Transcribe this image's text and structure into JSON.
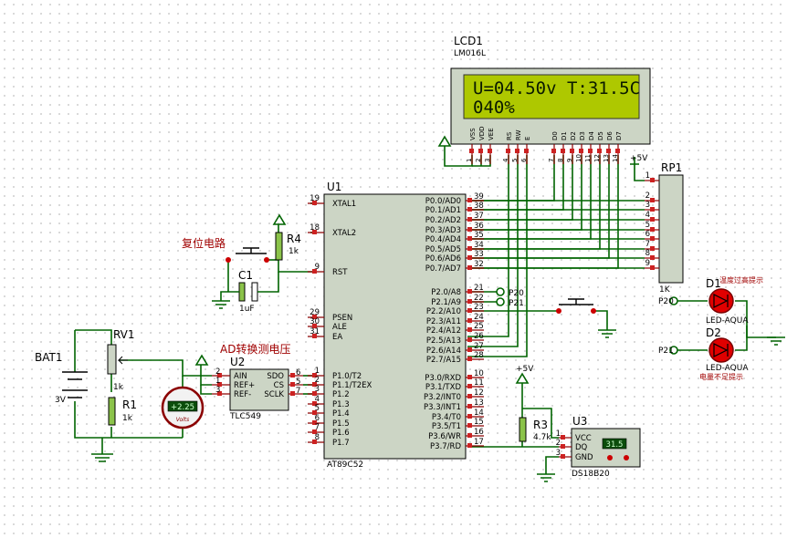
{
  "lcd": {
    "ref": "LCD1",
    "part": "LM016L",
    "line1": "U=04.50v T:31.5C",
    "line2": "040%",
    "pins": [
      "VSS",
      "VDD",
      "VEE",
      "RS",
      "RW",
      "E",
      "D0",
      "D1",
      "D2",
      "D3",
      "D4",
      "D5",
      "D6",
      "D7"
    ],
    "pin_numbers": [
      "1",
      "2",
      "3",
      "4",
      "5",
      "6",
      "7",
      "8",
      "9",
      "10",
      "11",
      "12",
      "13",
      "14"
    ]
  },
  "mcu": {
    "ref": "U1",
    "part": "AT89C52",
    "left_pins": [
      {
        "num": "19",
        "name": "XTAL1"
      },
      {
        "num": "18",
        "name": "XTAL2"
      },
      {
        "num": "9",
        "name": "RST"
      },
      {
        "num": "29",
        "name": "PSEN"
      },
      {
        "num": "30",
        "name": "ALE"
      },
      {
        "num": "31",
        "name": "EA"
      },
      {
        "num": "1",
        "name": "P1.0/T2"
      },
      {
        "num": "2",
        "name": "P1.1/T2EX"
      },
      {
        "num": "3",
        "name": "P1.2"
      },
      {
        "num": "4",
        "name": "P1.3"
      },
      {
        "num": "5",
        "name": "P1.4"
      },
      {
        "num": "6",
        "name": "P1.5"
      },
      {
        "num": "7",
        "name": "P1.6"
      },
      {
        "num": "8",
        "name": "P1.7"
      }
    ],
    "right_pins": [
      {
        "num": "39",
        "name": "P0.0/AD0"
      },
      {
        "num": "38",
        "name": "P0.1/AD1"
      },
      {
        "num": "37",
        "name": "P0.2/AD2"
      },
      {
        "num": "36",
        "name": "P0.3/AD3"
      },
      {
        "num": "35",
        "name": "P0.4/AD4"
      },
      {
        "num": "34",
        "name": "P0.5/AD5"
      },
      {
        "num": "33",
        "name": "P0.6/AD6"
      },
      {
        "num": "32",
        "name": "P0.7/AD7"
      },
      {
        "num": "21",
        "name": "P2.0/A8"
      },
      {
        "num": "22",
        "name": "P2.1/A9"
      },
      {
        "num": "23",
        "name": "P2.2/A10"
      },
      {
        "num": "24",
        "name": "P2.3/A11"
      },
      {
        "num": "25",
        "name": "P2.4/A12"
      },
      {
        "num": "26",
        "name": "P2.5/A13"
      },
      {
        "num": "27",
        "name": "P2.6/A14"
      },
      {
        "num": "28",
        "name": "P2.7/A15"
      },
      {
        "num": "10",
        "name": "P3.0/RXD"
      },
      {
        "num": "11",
        "name": "P3.1/TXD"
      },
      {
        "num": "12",
        "name": "P3.2/INT0"
      },
      {
        "num": "13",
        "name": "P3.3/INT1"
      },
      {
        "num": "14",
        "name": "P3.4/T0"
      },
      {
        "num": "15",
        "name": "P3.5/T1"
      },
      {
        "num": "16",
        "name": "P3.6/WR"
      },
      {
        "num": "17",
        "name": "P3.7/RD"
      }
    ]
  },
  "rp1": {
    "ref": "RP1",
    "value": "1K",
    "pins": [
      "1",
      "2",
      "3",
      "4",
      "5",
      "6",
      "7",
      "8",
      "9"
    ]
  },
  "r4": {
    "ref": "R4",
    "value": "1k"
  },
  "c1": {
    "ref": "C1",
    "value": "1uF"
  },
  "battery": {
    "ref": "BAT1",
    "value": "3V"
  },
  "rv1": {
    "ref": "RV1",
    "value": "1k"
  },
  "r1": {
    "ref": "R1",
    "value": "1k"
  },
  "voltmeter": {
    "reading": "+2.25",
    "unit": "Volts"
  },
  "adc": {
    "ref": "U2",
    "part": "TLC549",
    "left_pins": [
      {
        "num": "2",
        "name": "AIN"
      },
      {
        "num": "1",
        "name": "REF+"
      },
      {
        "num": "3",
        "name": "REF-"
      }
    ],
    "right_pins": [
      {
        "num": "6",
        "name": "SDO"
      },
      {
        "num": "5",
        "name": "CS"
      },
      {
        "num": "7",
        "name": "SCLK"
      }
    ]
  },
  "r3": {
    "ref": "R3",
    "value": "4.7k"
  },
  "temp_sensor": {
    "ref": "U3",
    "part": "DS18B20",
    "reading": "31.5",
    "pins": [
      {
        "num": "1",
        "name": "VCC"
      },
      {
        "num": "2",
        "name": "DQ"
      },
      {
        "num": "3",
        "name": "GND"
      }
    ]
  },
  "terminals": {
    "p20_mcu": "P20",
    "p21_mcu": "P21",
    "p20_led": "P20",
    "p21_led": "P21"
  },
  "leds": {
    "d1": {
      "ref": "D1",
      "part": "LED-AQUA",
      "note": "温度过高提示"
    },
    "d2": {
      "ref": "D2",
      "part": "LED-AQUA",
      "note": "电量不足提示"
    }
  },
  "power": {
    "vcc": "+5V"
  },
  "annotations": {
    "reset_circuit": "复位电路",
    "ad_converter": "AD转换测电压"
  }
}
